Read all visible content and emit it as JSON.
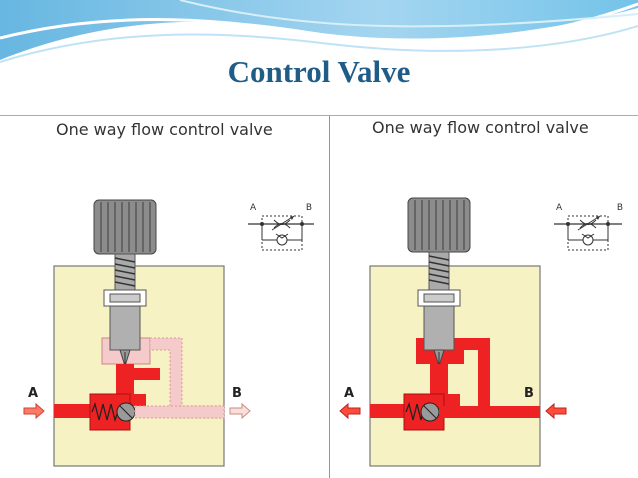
{
  "slide": {
    "title": "Control Valve",
    "colors": {
      "title": "#1f5c86",
      "body_fill": "#f7f2c4",
      "oil": "#ee2222",
      "oil_light": "#f5caca",
      "arrow": "#ff7a66",
      "knob": "#8c8c8c",
      "divider": "#6f9fc5"
    }
  },
  "panels": [
    {
      "caption": "One way flow control valve",
      "port_a": "A",
      "port_b": "B",
      "symbol_a": "A",
      "symbol_b": "B",
      "flow_direction": "A to B (through throttle)"
    },
    {
      "caption": "One way flow control valve",
      "port_a": "A",
      "port_b": "B",
      "symbol_a": "A",
      "symbol_b": "B",
      "flow_direction": "B to A (through check valve)"
    }
  ]
}
